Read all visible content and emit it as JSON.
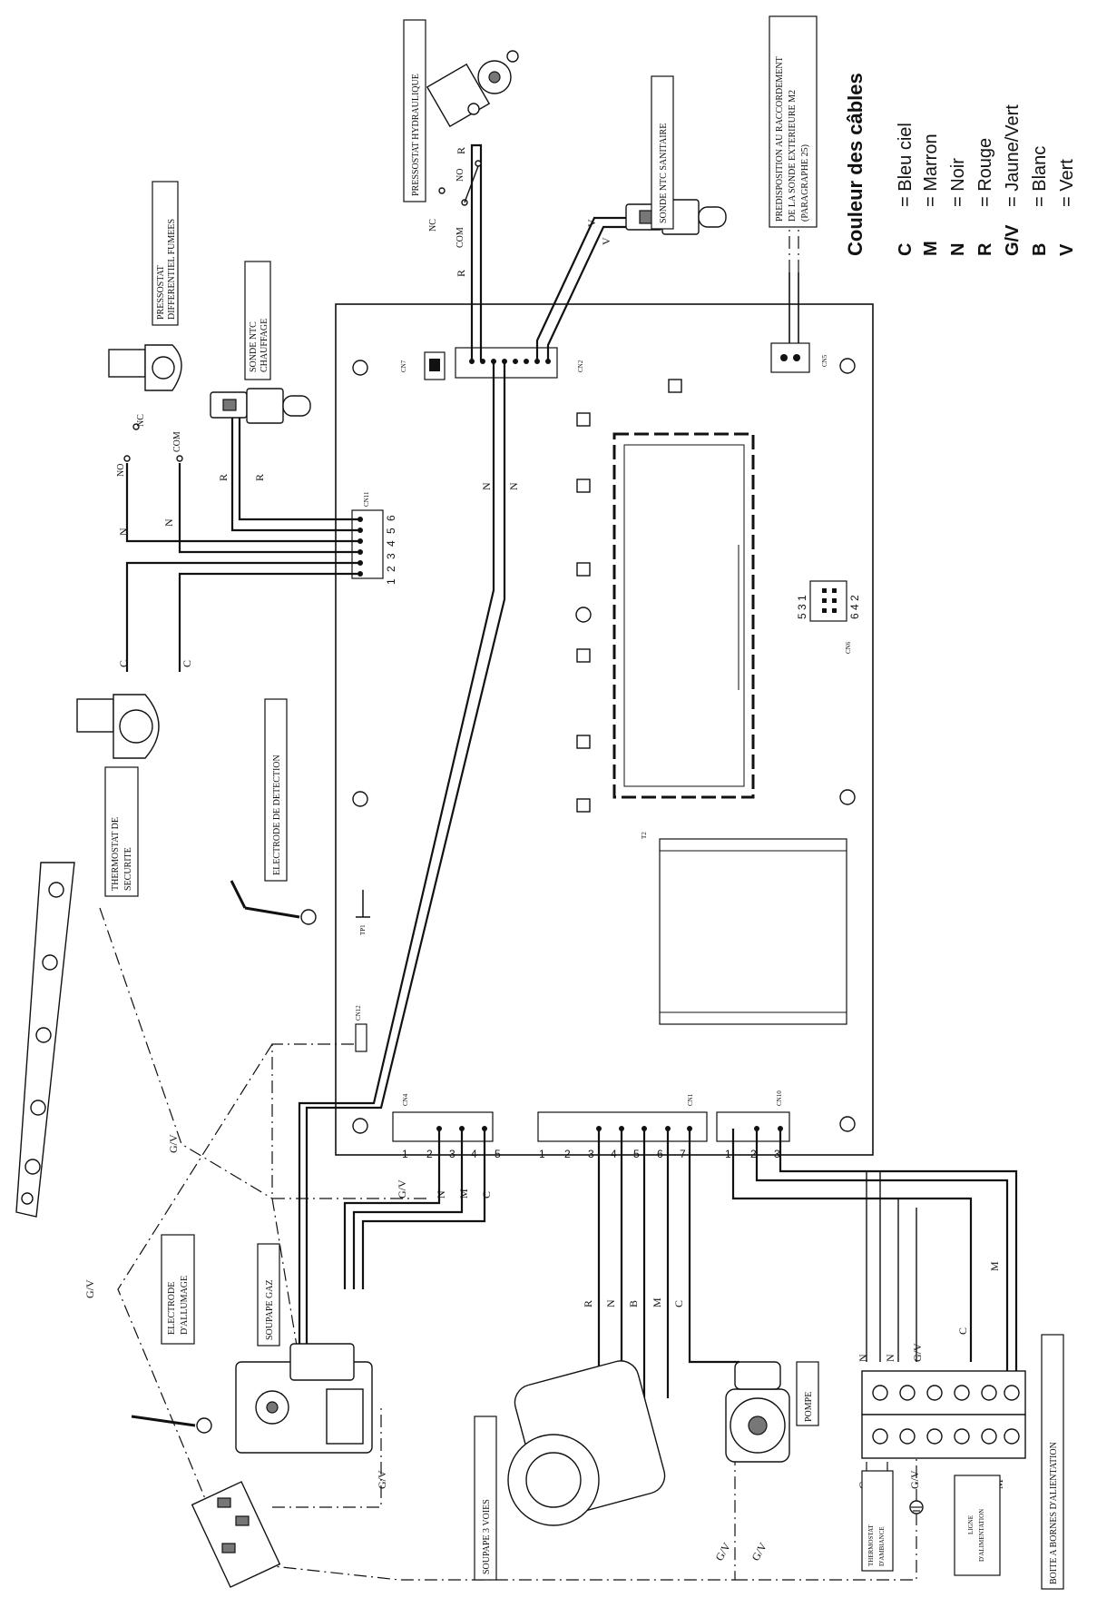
{
  "legend": {
    "title": "Couleur des câbles",
    "items": [
      {
        "code": "C",
        "text": "= Bleu ciel"
      },
      {
        "code": "M",
        "text": "= Marron"
      },
      {
        "code": "N",
        "text": "= Noir"
      },
      {
        "code": "R",
        "text": "= Rouge"
      },
      {
        "code": "G/V",
        "text": "= Jaune/Vert"
      },
      {
        "code": "B",
        "text": "= Blanc"
      },
      {
        "code": "V",
        "text": "= Vert"
      }
    ]
  },
  "components": {
    "pressostat_hydraulique": "PRESSOSTAT HYDRAULIQUE",
    "sonde_ntc_sanitaire": "SONDE NTC SANITAIRE",
    "predisposition_line1": "PREDISPOSITION AU RACCORDEMENT",
    "predisposition_line2": "DE LA SONDE EXTERIEURE M2",
    "predisposition_line3": "(PARAGRAPHE 25)",
    "pressostat_fumees_line1": "PRESSOSTAT",
    "pressostat_fumees_line2": "DIFFERENTIEL FUMEES",
    "sonde_chauffage_line1": "SONDE NTC",
    "sonde_chauffage_line2": "CHAUFFAGE",
    "thermostat_securite_line1": "THERMOSTAT DE",
    "thermostat_securite_line2": "SECURITE",
    "electrode_detection": "ELECTRODE DE DETECTION",
    "electrode_allumage_line1": "ELECTRODE",
    "electrode_allumage_line2": "D'ALLUMAGE",
    "soupape_gaz": "SOUPAPE GAZ",
    "soupape_3_voies": "SOUPAPE 3 VOIES",
    "pompe": "POMPE",
    "thermostat_ambiance_line1": "THERMOSTAT",
    "thermostat_ambiance_line2": "D'AMBIANCE",
    "ligne_alimentation_line1": "LIGNE",
    "ligne_alimentation_line2": "D'ALIMENTATION",
    "boite_bornes": "BOITE A BORNES D'ALIENTATION"
  },
  "connectors": {
    "cn7": "CN7",
    "cn2": "CN2",
    "cn5": "CN5",
    "cn11": "CN11",
    "cn6": "CN6",
    "cn12": "CN12",
    "cn4": "CN4",
    "cn1": "CN1",
    "cn10": "CN10",
    "t2": "T2",
    "tp1": "TP1",
    "cn11_pins": "1 2 3 4 5 6",
    "cn6_top": "5 3 1",
    "cn6_bottom": "6 4 2"
  },
  "terminals": {
    "no": "NO",
    "nc": "NC",
    "com": "COM",
    "no2": "NO",
    "nc2": "NC",
    "com2": "COM"
  },
  "wire_labels": {
    "cn4": [
      "G/V",
      "N",
      "M",
      "C"
    ],
    "cn1": [
      "R",
      "N",
      "B",
      "M",
      "C"
    ],
    "cn4_pins": [
      "1",
      "2",
      "3",
      "4",
      "5"
    ],
    "cn1_pins": [
      "1",
      "2",
      "3",
      "4",
      "5",
      "6",
      "7"
    ],
    "cn10_pins": [
      "1",
      "2",
      "3"
    ],
    "pressostat": [
      "R",
      "R"
    ],
    "sonde_sanitaire": [
      "V",
      "V"
    ],
    "sonde_chauffage": [
      "R",
      "R"
    ],
    "fumees": [
      "N",
      "N",
      "C",
      "C"
    ],
    "board_n": [
      "N",
      "N"
    ],
    "gv": [
      "G/V",
      "G/V",
      "G/V",
      "G/V",
      "G/V"
    ],
    "alim": [
      "N",
      "N",
      "G/V",
      "C",
      "M",
      "G",
      "G/V",
      "C",
      "M"
    ]
  }
}
